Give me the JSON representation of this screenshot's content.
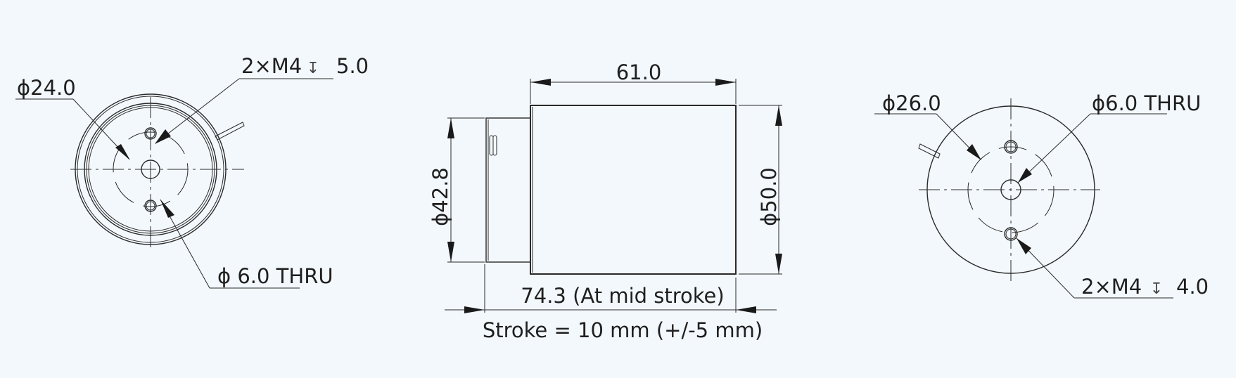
{
  "drawing": {
    "background": "#f3f8fc",
    "line_color": "#2a2a2a",
    "views": {
      "front_left": {
        "label_pcd": "ϕ24.0",
        "label_threaded": "2×M4",
        "label_threaded_depth": "5.0",
        "label_thru": "ϕ 6.0  THRU"
      },
      "side": {
        "label_length_body": "61.0",
        "label_diameter_small": "ϕ42.8",
        "label_diameter_body": "ϕ50.0",
        "label_total_length": "74.3 (At mid stroke)",
        "label_stroke": "Stroke = 10 mm (+/-5 mm)"
      },
      "rear_right": {
        "label_pcd": "ϕ26.0",
        "label_thru": "ϕ6.0 THRU",
        "label_threaded": "2×M4",
        "label_threaded_depth": "4.0"
      }
    },
    "symbols": {
      "depth_symbol": "↧"
    }
  }
}
